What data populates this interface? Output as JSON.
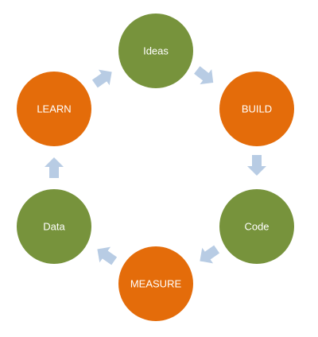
{
  "colors": {
    "green": "#77933c",
    "orange": "#e46c0a",
    "arrow": "#b8cce4",
    "background": "#ffffff"
  },
  "nodes": [
    {
      "id": "ideas",
      "label": "Ideas",
      "color": "green"
    },
    {
      "id": "build",
      "label": "BUILD",
      "color": "orange"
    },
    {
      "id": "code",
      "label": "Code",
      "color": "green"
    },
    {
      "id": "measure",
      "label": "MEASURE",
      "color": "orange"
    },
    {
      "id": "data",
      "label": "Data",
      "color": "green"
    },
    {
      "id": "learn",
      "label": "LEARN",
      "color": "orange"
    }
  ],
  "arrows": [
    {
      "from": "ideas",
      "to": "build"
    },
    {
      "from": "build",
      "to": "code"
    },
    {
      "from": "code",
      "to": "measure"
    },
    {
      "from": "measure",
      "to": "data"
    },
    {
      "from": "data",
      "to": "learn"
    },
    {
      "from": "learn",
      "to": "ideas"
    }
  ]
}
